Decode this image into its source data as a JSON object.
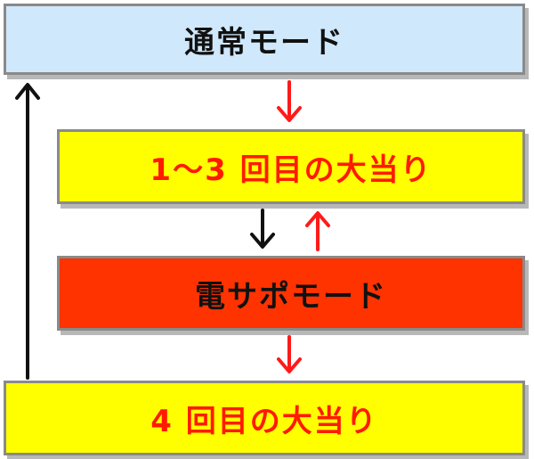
{
  "boxes": {
    "normal_mode": {
      "label": "通常モード",
      "bg": "#cfe8fb",
      "text_color": "#111111"
    },
    "hit_1_3": {
      "label": "1～3 回目の大当り",
      "bg": "#ffff00",
      "text_color": "#ff1a00"
    },
    "densapo_mode": {
      "label": "電サポモード",
      "bg": "#ff3300",
      "text_color": "#111111"
    },
    "hit_4": {
      "label": "4 回目の大当り",
      "bg": "#ffff00",
      "text_color": "#ff1a00"
    }
  },
  "colors": {
    "arrow_red": "#ff1a1a",
    "arrow_black": "#111111",
    "border": "#8a8a8a"
  }
}
